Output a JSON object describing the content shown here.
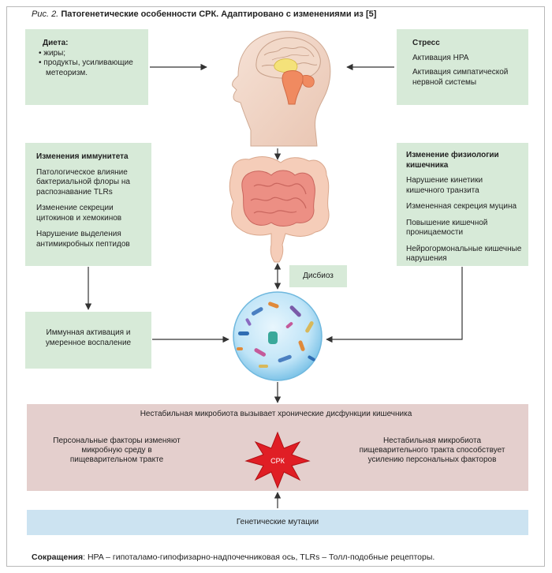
{
  "caption": {
    "figure_label": "Рис. 2.",
    "title": "Патогенетические особенности СРК. Адаптировано с изменениями из [5]"
  },
  "diet": {
    "heading": "Диета:",
    "items": [
      "• жиры;",
      "• продукты, усиливающие",
      "  метеоризм."
    ]
  },
  "stress": {
    "heading": "Стресс",
    "items": [
      "Активация HPA",
      "Активация симпатической",
      "нервной системы"
    ]
  },
  "immunity": {
    "heading": "Изменения иммунитета",
    "items": [
      "Патологическое влияние",
      "бактериальной флоры на",
      "распознавание TLRs",
      "Изменение секреции",
      "цитокинов и хемокинов",
      "Нарушение выделения",
      "антимикробных пептидов"
    ]
  },
  "physiology": {
    "heading_1": "Изменение физиологии",
    "heading_2": "кишечника",
    "items": [
      "Нарушение кинетики",
      "кишечного транзита",
      "Измененная секреция муцина",
      "Повышение кишечной",
      "проницаемости",
      "Нейрогормональные кишечные",
      "нарушения"
    ]
  },
  "immune_activation": {
    "line1": "Иммунная активация и",
    "line2": "умеренное воспаление"
  },
  "dysbiosis": "Дисбиоз",
  "band": {
    "title": "Нестабильная микробиота вызывает хронические дисфункции кишечника",
    "left": [
      "Персональные факторы изменяют",
      "микробную среду в",
      "пищеварительном тракте"
    ],
    "right": [
      "Нестабильная микробиота",
      "пищеварительного тракта способствует",
      "усилению персональных факторов"
    ],
    "center": "СРК"
  },
  "genetic": "Генетические мутации",
  "footer": {
    "label": "Сокращения",
    "text": ": HPA – гипоталамо-гипофизарно-надпочечниковая ось, TLRs – Толл-подобные рецепторы."
  },
  "colors": {
    "box_green": "#d7ead8",
    "band_pink": "#e4cfcd",
    "genetic_blue": "#cce3f1",
    "star_red": "#e01e25",
    "arrow": "#333333"
  }
}
